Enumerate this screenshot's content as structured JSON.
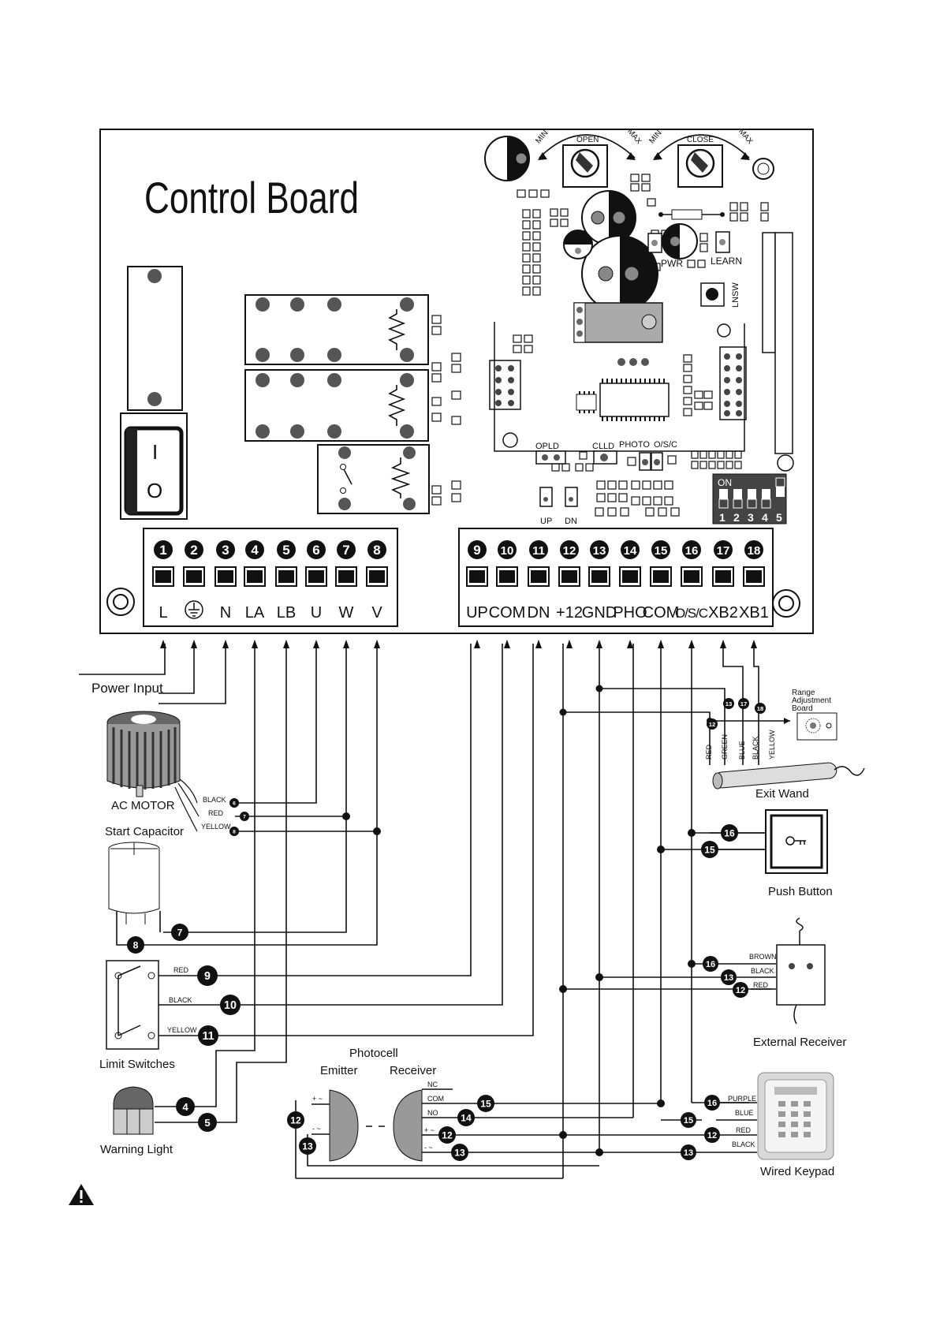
{
  "board": {
    "title": "Control Board",
    "pots": [
      {
        "label": "OPEN",
        "min": "MIN",
        "max": "MAX"
      },
      {
        "label": "CLOSE",
        "min": "MIN",
        "max": "MAX"
      }
    ],
    "leds": [
      "PWR",
      "LEARN"
    ],
    "button": "LNSW",
    "jumpers": [
      "OPLD",
      "CLLD",
      "PHOTO",
      "O/S/C"
    ],
    "updown": [
      "UP",
      "DN"
    ],
    "dip_on": "ON",
    "dip_numbers": [
      "1",
      "2",
      "3",
      "4",
      "5"
    ],
    "switch_on": "I",
    "switch_off": "O"
  },
  "terminals_left": [
    {
      "num": "1",
      "label": "L"
    },
    {
      "num": "2",
      "label": "⏚"
    },
    {
      "num": "3",
      "label": "N"
    },
    {
      "num": "4",
      "label": "LA"
    },
    {
      "num": "5",
      "label": "LB"
    },
    {
      "num": "6",
      "label": "U"
    },
    {
      "num": "7",
      "label": "W"
    },
    {
      "num": "8",
      "label": "V"
    }
  ],
  "terminals_right": [
    {
      "num": "9",
      "label": "UP"
    },
    {
      "num": "10",
      "label": "COM"
    },
    {
      "num": "11",
      "label": "DN"
    },
    {
      "num": "12",
      "label": "+12"
    },
    {
      "num": "13",
      "label": "GND"
    },
    {
      "num": "14",
      "label": "PHO"
    },
    {
      "num": "15",
      "label": "COM"
    },
    {
      "num": "16",
      "label": "O/S/C"
    },
    {
      "num": "17",
      "label": "XB2"
    },
    {
      "num": "18",
      "label": "XB1"
    }
  ],
  "components": {
    "power": "Power Input",
    "motor": "AC MOTOR",
    "capacitor": "Start Capacitor",
    "limits": "Limit Switches",
    "light": "Warning Light",
    "photocell": "Photocell",
    "emitter": "Emitter",
    "receiver": "Receiver",
    "range": [
      "Range",
      "Adjustment",
      "Board"
    ],
    "wand": "Exit Wand",
    "pushbutton": "Push Button",
    "ext_receiver": "External Receiver",
    "keypad": "Wired Keypad"
  },
  "wires": {
    "motor": [
      {
        "color": "BLACK",
        "num": "6"
      },
      {
        "color": "RED",
        "num": "7"
      },
      {
        "color": "YELLOW",
        "num": "8"
      }
    ],
    "capacitor": [
      "7",
      "8"
    ],
    "limits": [
      {
        "color": "RED",
        "num": "9"
      },
      {
        "color": "BLACK",
        "num": "10"
      },
      {
        "color": "YELLOW",
        "num": "11"
      }
    ],
    "light": [
      "4",
      "5"
    ],
    "photo_rx": [
      "NC",
      "COM",
      "NO",
      "+ ~",
      "- ~"
    ],
    "photo_rx_nums": [
      "15",
      "14",
      "12",
      "13"
    ],
    "photo_tx": [
      "+ ~",
      "- ~"
    ],
    "photo_tx_nums": [
      "12",
      "13"
    ],
    "wand_colors": [
      "RED",
      "GREEN",
      "BLUE",
      "BLACK",
      "YELLOW"
    ],
    "wand_nums": [
      "12",
      "13",
      "17",
      "18"
    ],
    "pushbutton_nums": [
      "16",
      "15"
    ],
    "ext_receiver": [
      {
        "color": "BROWN",
        "num": "16"
      },
      {
        "color": "BLACK",
        "num": "13"
      },
      {
        "color": "RED",
        "num": "12"
      }
    ],
    "keypad": [
      {
        "color": "PURPLE",
        "num": "16"
      },
      {
        "color": "BLUE",
        "num": "15"
      },
      {
        "color": "RED",
        "num": "12"
      },
      {
        "color": "BLACK",
        "num": "13"
      }
    ]
  },
  "warning_icon": "warning-triangle-icon"
}
